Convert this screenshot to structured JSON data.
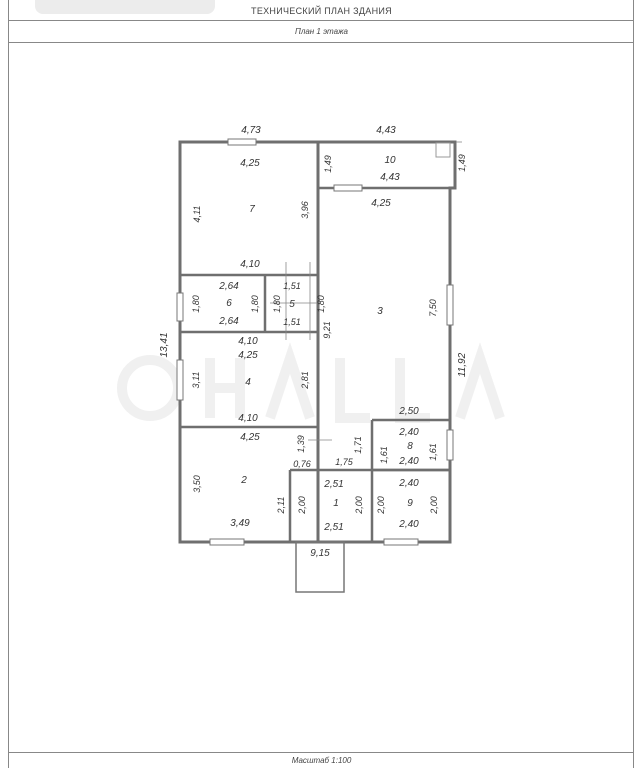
{
  "header": {
    "title": "ТЕХНИЧЕСКИЙ ПЛАН ЗДАНИЯ",
    "subtitle": "План 1 этажа"
  },
  "footer": {
    "scale": "Масштаб 1:100"
  },
  "rooms": [
    {
      "id": "r7",
      "number": "7",
      "dims": [
        "4,25",
        "4,11",
        "3,96",
        "4,10"
      ]
    },
    {
      "id": "r6",
      "number": "6",
      "dims": [
        "2,64",
        "1,80",
        "1,80",
        "2,64"
      ]
    },
    {
      "id": "r5",
      "number": "5",
      "dims": [
        "1,51",
        "1,80",
        "1,51"
      ]
    },
    {
      "id": "r4",
      "number": "4",
      "dims": [
        "4,10",
        "4,25",
        "3,11",
        "2,81",
        "4,10"
      ]
    },
    {
      "id": "r2",
      "number": "2",
      "dims": [
        "4,25",
        "1,39",
        "0,76",
        "3,50",
        "2,11",
        "3,49"
      ]
    },
    {
      "id": "r1",
      "number": "1",
      "dims": [
        "1,75",
        "2,51",
        "2,00",
        "2,00",
        "2,51"
      ]
    },
    {
      "id": "r3",
      "number": "3",
      "dims": [
        "4,25",
        "7,50",
        "1,80",
        "9,21",
        "2,50"
      ]
    },
    {
      "id": "r8",
      "number": "8",
      "dims": [
        "2,40",
        "1,71",
        "1,61",
        "1,61",
        "2,40"
      ]
    },
    {
      "id": "r9",
      "number": "9",
      "dims": [
        "2,40",
        "2,00",
        "2,00",
        "2,40"
      ]
    },
    {
      "id": "r10",
      "number": "10",
      "dims": [
        "4,43",
        "1,49"
      ]
    }
  ],
  "outer_dims": {
    "top_left": "4,73",
    "top_right": "4,43",
    "right_small": "1,49",
    "left": "13,41",
    "right": "11,92",
    "bottom": "9,15"
  },
  "colors": {
    "wall": "#6f6f6f",
    "line": "#888888",
    "window": "#777777"
  }
}
